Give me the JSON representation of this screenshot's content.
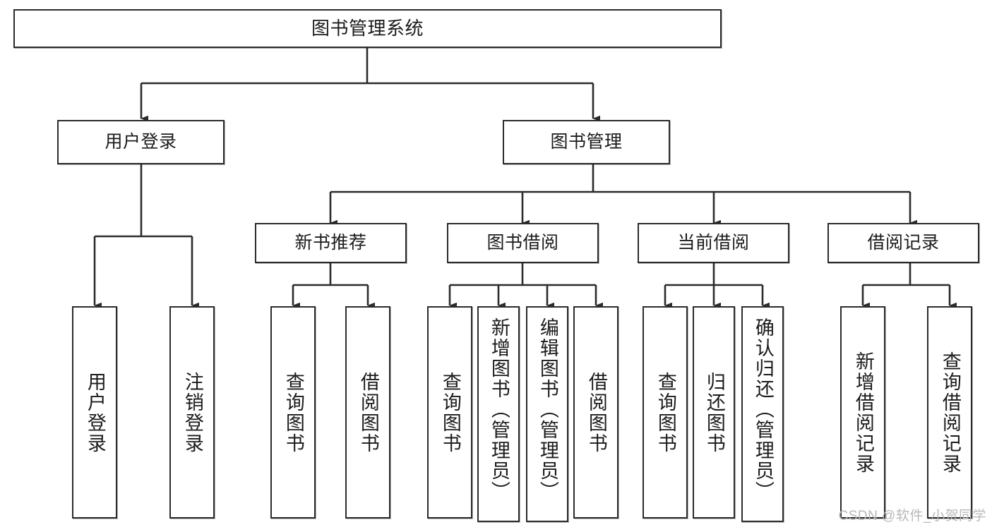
{
  "diagram": {
    "title": "图书管理系统",
    "watermark": "CSDN @软件_小贺同学",
    "line_color": "#2b2b2b",
    "box_fill": "#ffffff",
    "text_color": "#1b1b1b",
    "watermark_color": "#b8b8b8"
  },
  "nodes": {
    "root": {
      "label": "图书管理系统"
    },
    "level2": [
      {
        "label": "用户登录"
      },
      {
        "label": "图书管理"
      }
    ],
    "level3": [
      {
        "label": "新书推荐"
      },
      {
        "label": "图书借阅"
      },
      {
        "label": "当前借阅"
      },
      {
        "label": "借阅记录"
      }
    ],
    "leaves_user_login": [
      {
        "label": "用户登录"
      },
      {
        "label": "注销登录"
      }
    ],
    "leaves_new_book": [
      {
        "label": "查询图书"
      },
      {
        "label": "借阅图书"
      }
    ],
    "leaves_borrow": [
      {
        "label": "查询图书"
      },
      {
        "label": "新增图书（管理员）"
      },
      {
        "label": "编辑图书（管理员）"
      },
      {
        "label": "借阅图书"
      }
    ],
    "leaves_current": [
      {
        "label": "查询图书"
      },
      {
        "label": "归还图书"
      },
      {
        "label": "确认归还（管理员）"
      }
    ],
    "leaves_records": [
      {
        "label": "新增借阅记录"
      },
      {
        "label": "查询借阅记录"
      }
    ]
  },
  "chart_data": {
    "type": "tree-diagram",
    "title": "图书管理系统",
    "orientation": "top-down",
    "tree": {
      "name": "图书管理系统",
      "children": [
        {
          "name": "用户登录",
          "children": [
            {
              "name": "用户登录"
            },
            {
              "name": "注销登录"
            }
          ]
        },
        {
          "name": "图书管理",
          "children": [
            {
              "name": "新书推荐",
              "children": [
                {
                  "name": "查询图书"
                },
                {
                  "name": "借阅图书"
                }
              ]
            },
            {
              "name": "图书借阅",
              "children": [
                {
                  "name": "查询图书"
                },
                {
                  "name": "新增图书（管理员）"
                },
                {
                  "name": "编辑图书（管理员）"
                },
                {
                  "name": "借阅图书"
                }
              ]
            },
            {
              "name": "当前借阅",
              "children": [
                {
                  "name": "查询图书"
                },
                {
                  "name": "归还图书"
                },
                {
                  "name": "确认归还（管理员）"
                }
              ]
            },
            {
              "name": "借阅记录",
              "children": [
                {
                  "name": "新增借阅记录"
                },
                {
                  "name": "查询借阅记录"
                }
              ]
            }
          ]
        }
      ]
    },
    "depth": 4,
    "leaf_count": 13,
    "node_count": 20
  }
}
